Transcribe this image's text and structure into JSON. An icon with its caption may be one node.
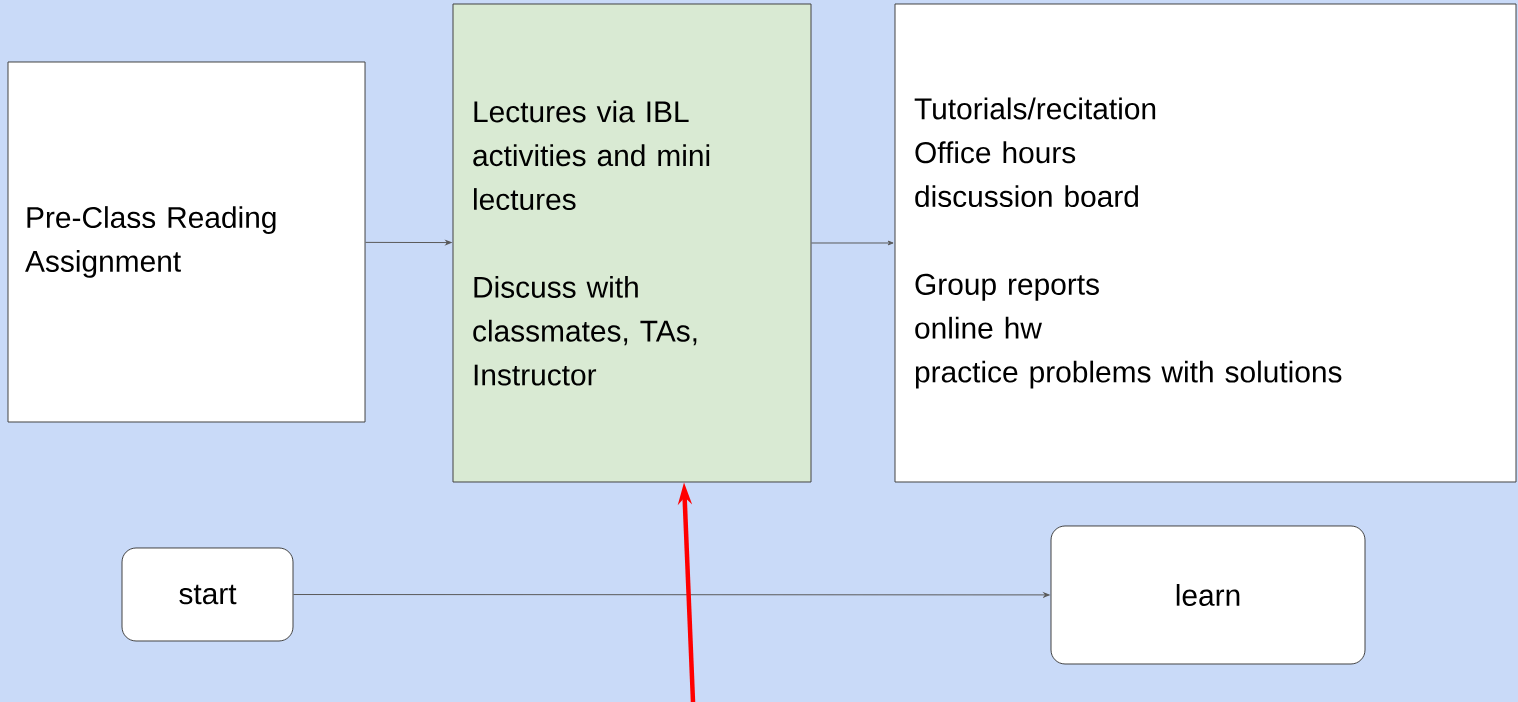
{
  "diagram": {
    "nodes": [
      {
        "text": [
          "Pre-Class Reading Assignment"
        ]
      },
      {
        "text": [
          "Lectures via IBL activities and mini lectures",
          "Discuss with classmates, TAs, Instructor"
        ]
      },
      {
        "text": [
          "Tutorials/recitation",
          "Office hours",
          "discussion board",
          "Group reports",
          "online hw",
          "practice problems with solutions"
        ]
      },
      {
        "text": [
          "start"
        ]
      },
      {
        "text": [
          "learn"
        ]
      }
    ],
    "edges": [
      {
        "from": 0,
        "to": 1,
        "arrow": "to"
      },
      {
        "from": 1,
        "to": 2,
        "arrow": "to"
      },
      {
        "from": 3,
        "to": 4,
        "arrow": "to"
      },
      {
        "from": null,
        "to": 1,
        "arrow": "to",
        "style": "thick",
        "color": "#ff0000"
      }
    ]
  }
}
